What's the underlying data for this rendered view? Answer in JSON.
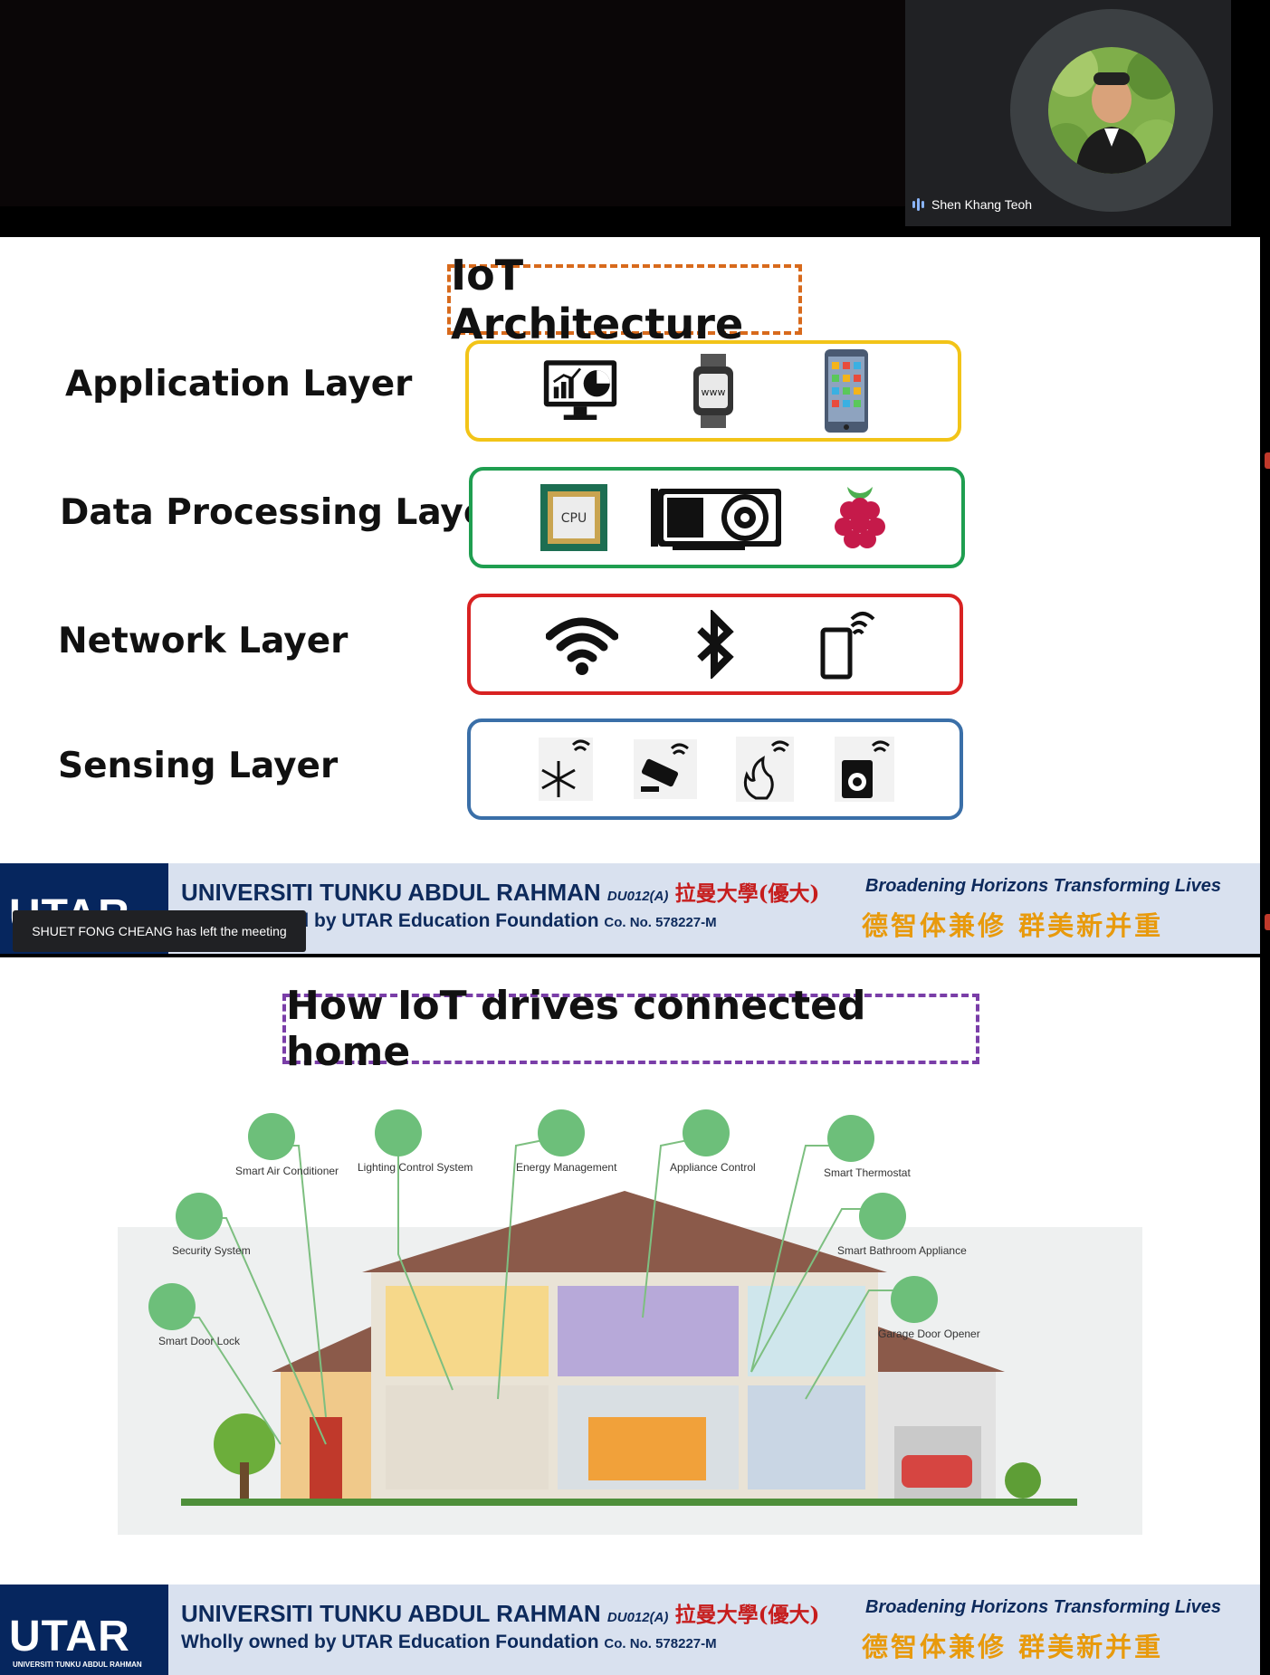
{
  "meeting": {
    "participant_name": "Shen Khang Teoh",
    "notification": "SHUET FONG CHEANG has left the meeting"
  },
  "slide1": {
    "title": "IoT Architecture",
    "layers": [
      {
        "label": "Application Layer",
        "color": "#f2c418",
        "icons": [
          "monitor-chart-icon",
          "smartwatch-www-icon",
          "smartphone-apps-icon"
        ]
      },
      {
        "label": "Data Processing Layer",
        "color": "#1f9e50",
        "icons": [
          "cpu-chip-icon",
          "graphics-card-icon",
          "raspberry-pi-icon"
        ]
      },
      {
        "label": "Network Layer",
        "color": "#d82222",
        "icons": [
          "wifi-icon",
          "bluetooth-icon",
          "nfc-phone-icon"
        ]
      },
      {
        "label": "Sensing Layer",
        "color": "#3a6fa8",
        "icons": [
          "snowflake-sensor-icon",
          "camera-sensor-icon",
          "fire-sensor-icon",
          "washer-sensor-icon"
        ]
      }
    ]
  },
  "slide2": {
    "title": "How IoT drives connected home",
    "features": [
      "Smart Air Conditioner",
      "Lighting Control System",
      "Energy Management",
      "Appliance Control",
      "Smart Thermostat",
      "Security System",
      "Smart Bathroom Appliance",
      "Smart Door Lock",
      "Garage Door Opener"
    ]
  },
  "footer": {
    "logo_text": "UTAR",
    "logo_sub": "UNIVERSITI TUNKU ABDUL RAHMAN",
    "university_name": "UNIVERSITI TUNKU ABDUL RAHMAN",
    "code": "DU012(A)",
    "chinese_name": "拉曼大學(優大)",
    "owned_by": "Wholly owned by UTAR Education Foundation",
    "co_no": "Co. No. 578227-M",
    "motto_en": "Broadening Horizons  Transforming Lives",
    "motto_cn": "德智体兼修 群美新并重"
  },
  "colors": {
    "accent_orange": "#d86a1c",
    "accent_purple": "#7a3ea8",
    "utar_navy": "#06265e",
    "motto_gold": "#e89a0d"
  }
}
